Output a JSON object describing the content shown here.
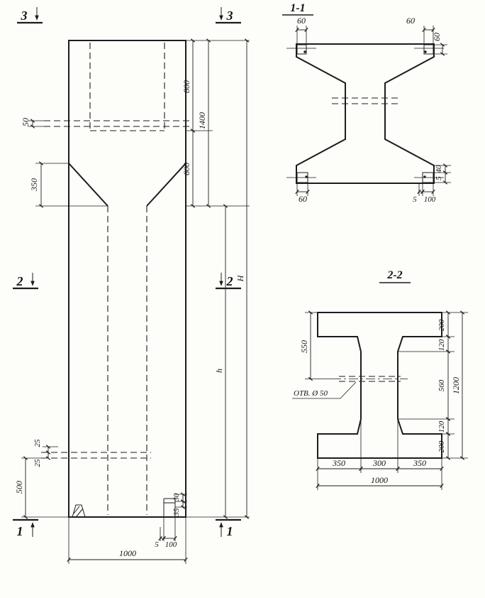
{
  "page": {
    "background": "#fdfdfa",
    "line_color": "#1c1c1c"
  },
  "elevation": {
    "marker_top": "3",
    "marker_mid": "2",
    "marker_bottom": "1",
    "dim_ledge": "50",
    "dim_taper_v": "350",
    "dim_pocket": "800",
    "dim_head": "1400",
    "dim_taper": "600",
    "dim_total_h": "H",
    "dim_shaft_h": "h",
    "dim_hole_a": "25",
    "dim_hole_b": "25",
    "dim_base": "500",
    "dim_foot_a": "30",
    "dim_foot_b": "35",
    "dim_plate_gap": "5",
    "dim_plate_w": "100",
    "dim_width": "1000"
  },
  "section1": {
    "title": "1-1",
    "dim_tl": "60",
    "dim_tr": "60",
    "dim_right": "60",
    "dim_bl": "60",
    "dim_gap": "5",
    "dim_plate": "100",
    "dim_side_a": "40",
    "dim_side_b": "5"
  },
  "section2": {
    "title": "2-2",
    "dim_left": "550",
    "hole_label": "ОТВ. Ø 50",
    "dim_r_200_top": "200",
    "dim_r_120_top": "120",
    "dim_r_560": "560",
    "dim_r_120_bot": "120",
    "dim_r_200_bot": "200",
    "dim_r_1200": "1200",
    "dim_b_350_l": "350",
    "dim_b_300": "300",
    "dim_b_350_r": "350",
    "dim_b_1000": "1000"
  }
}
